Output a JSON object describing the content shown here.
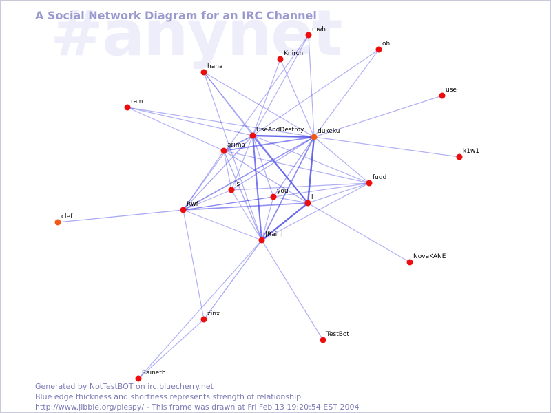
{
  "title": "A Social Network Diagram for an IRC Channel",
  "watermark": "#anynet",
  "colors": {
    "node_default": "#ee0d0d",
    "node_orange": "#f05a14",
    "edge": "#3a3ae6",
    "title": "#9a9ad0",
    "footer": "#7b7bb5",
    "watermark": "#eeeefb"
  },
  "nodes": [
    {
      "id": "meh",
      "label": "meh"
    },
    {
      "id": "oh",
      "label": "oh"
    },
    {
      "id": "Knirch",
      "label": "Knirch"
    },
    {
      "id": "haha",
      "label": "haha"
    },
    {
      "id": "use",
      "label": "use"
    },
    {
      "id": "rain",
      "label": "rain"
    },
    {
      "id": "UseAndDestroy",
      "label": "UseAndDestroy"
    },
    {
      "id": "dukeku",
      "label": "dukeku",
      "color": "orange"
    },
    {
      "id": "arima",
      "label": "arima"
    },
    {
      "id": "k1w1",
      "label": "k1w1"
    },
    {
      "id": "fudd",
      "label": "fudd"
    },
    {
      "id": "is",
      "label": "is"
    },
    {
      "id": "you",
      "label": "you"
    },
    {
      "id": "i",
      "label": "i"
    },
    {
      "id": "Rwf",
      "label": "Rwf"
    },
    {
      "id": "clef",
      "label": "clef",
      "color": "orange"
    },
    {
      "id": "Rain",
      "label": "|Rain|"
    },
    {
      "id": "NovaKANE",
      "label": "NovaKANE"
    },
    {
      "id": "zinx",
      "label": "zinx"
    },
    {
      "id": "TestBot",
      "label": "TestBot"
    },
    {
      "id": "Raineth",
      "label": "Raineth"
    }
  ],
  "edges": [
    {
      "source": "UseAndDestroy",
      "target": "dukeku",
      "strength": 3
    },
    {
      "source": "dukeku",
      "target": "i",
      "strength": 3
    },
    {
      "source": "i",
      "target": "Rain",
      "strength": 3
    },
    {
      "source": "UseAndDestroy",
      "target": "i",
      "strength": 2.5
    },
    {
      "source": "UseAndDestroy",
      "target": "Rain",
      "strength": 2.5
    },
    {
      "source": "dukeku",
      "target": "Rain",
      "strength": 2
    },
    {
      "source": "UseAndDestroy",
      "target": "arima",
      "strength": 2
    },
    {
      "source": "arima",
      "target": "dukeku",
      "strength": 2
    },
    {
      "source": "Rwf",
      "target": "dukeku",
      "strength": 1.8
    },
    {
      "source": "Rwf",
      "target": "i",
      "strength": 1.8
    },
    {
      "source": "Rwf",
      "target": "UseAndDestroy",
      "strength": 1.2
    },
    {
      "source": "arima",
      "target": "Rain",
      "strength": 1.2
    },
    {
      "source": "is",
      "target": "dukeku",
      "strength": 1.2
    },
    {
      "source": "you",
      "target": "dukeku",
      "strength": 1.2
    },
    {
      "source": "is",
      "target": "UseAndDestroy",
      "strength": 1
    },
    {
      "source": "you",
      "target": "UseAndDestroy",
      "strength": 1
    },
    {
      "source": "arima",
      "target": "i",
      "strength": 1.2
    },
    {
      "source": "arima",
      "target": "is",
      "strength": 1
    },
    {
      "source": "arima",
      "target": "Rwf",
      "strength": 1
    },
    {
      "source": "Rwf",
      "target": "is",
      "strength": 1
    },
    {
      "source": "Rwf",
      "target": "you",
      "strength": 1
    },
    {
      "source": "Rwf",
      "target": "fudd",
      "strength": 1
    },
    {
      "source": "Rwf",
      "target": "clef",
      "strength": 1.2
    },
    {
      "source": "Rwf",
      "target": "Rain",
      "strength": 1
    },
    {
      "source": "is",
      "target": "fudd",
      "strength": 1
    },
    {
      "source": "you",
      "target": "Rain",
      "strength": 1
    },
    {
      "source": "you",
      "target": "i",
      "strength": 1
    },
    {
      "source": "is",
      "target": "Rain",
      "strength": 1
    },
    {
      "source": "dukeku",
      "target": "fudd",
      "strength": 1
    },
    {
      "source": "dukeku",
      "target": "oh",
      "strength": 1
    },
    {
      "source": "dukeku",
      "target": "use",
      "strength": 1
    },
    {
      "source": "dukeku",
      "target": "k1w1",
      "strength": 1
    },
    {
      "source": "dukeku",
      "target": "meh",
      "strength": 1
    },
    {
      "source": "dukeku",
      "target": "Knirch",
      "strength": 1
    },
    {
      "source": "dukeku",
      "target": "rain",
      "strength": 1
    },
    {
      "source": "dukeku",
      "target": "haha",
      "strength": 1
    },
    {
      "source": "UseAndDestroy",
      "target": "Knirch",
      "strength": 1
    },
    {
      "source": "UseAndDestroy",
      "target": "meh",
      "strength": 1
    },
    {
      "source": "UseAndDestroy",
      "target": "oh",
      "strength": 1
    },
    {
      "source": "UseAndDestroy",
      "target": "haha",
      "strength": 1
    },
    {
      "source": "UseAndDestroy",
      "target": "rain",
      "strength": 1
    },
    {
      "source": "UseAndDestroy",
      "target": "fudd",
      "strength": 1
    },
    {
      "source": "arima",
      "target": "rain",
      "strength": 1
    },
    {
      "source": "arima",
      "target": "fudd",
      "strength": 1
    },
    {
      "source": "haha",
      "target": "i",
      "strength": 1
    },
    {
      "source": "haha",
      "target": "Rain",
      "strength": 1
    },
    {
      "source": "i",
      "target": "NovaKANE",
      "strength": 1
    },
    {
      "source": "i",
      "target": "fudd",
      "strength": 1
    },
    {
      "source": "Rain",
      "target": "zinx",
      "strength": 1.2
    },
    {
      "source": "Rain",
      "target": "TestBot",
      "strength": 1
    },
    {
      "source": "Rain",
      "target": "Raineth",
      "strength": 1
    },
    {
      "source": "Rain",
      "target": "fudd",
      "strength": 1
    },
    {
      "source": "zinx",
      "target": "Raineth",
      "strength": 1
    },
    {
      "source": "zinx",
      "target": "Rwf",
      "strength": 1
    },
    {
      "source": "Rwf",
      "target": "meh",
      "strength": 1
    }
  ],
  "footer": {
    "line1": "Generated by NotTestBOT on irc.bluecherry.net",
    "line2": "Blue edge thickness and shortness represents strength of relationship",
    "line3": "http://www.jibble.org/piespy/ - This frame was drawn at Fri Feb 13 19:20:54 EST 2004"
  }
}
